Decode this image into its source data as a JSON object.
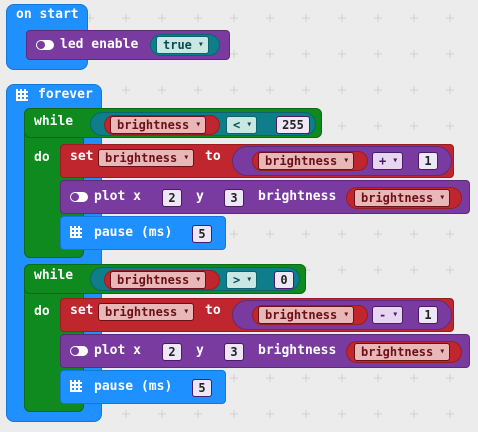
{
  "on_start": {
    "header": "on start",
    "set_block": {
      "label": "led enable",
      "value": "true"
    }
  },
  "forever": {
    "header": "forever",
    "while_1": {
      "while_label": "while",
      "do_label": "do",
      "condition": {
        "var": "brightness",
        "op": "<",
        "value": "255"
      },
      "set": {
        "set_label": "set",
        "var": "brightness",
        "to_label": "to",
        "expr_var": "brightness",
        "op": "+",
        "value": "1"
      },
      "plot": {
        "label": "plot x",
        "x": "2",
        "y_label": "y",
        "y": "3",
        "brightness_label": "brightness",
        "brightness_var": "brightness"
      },
      "pause": {
        "label": "pause (ms)",
        "value": "5"
      }
    },
    "while_2": {
      "while_label": "while",
      "do_label": "do",
      "condition": {
        "var": "brightness",
        "op": ">",
        "value": "0"
      },
      "set": {
        "set_label": "set",
        "var": "brightness",
        "to_label": "to",
        "expr_var": "brightness",
        "op": "-",
        "value": "1"
      },
      "plot": {
        "label": "plot x",
        "x": "2",
        "y_label": "y",
        "y": "3",
        "brightness_label": "brightness",
        "brightness_var": "brightness"
      },
      "pause": {
        "label": "pause (ms)",
        "value": "5"
      }
    }
  },
  "colors": {
    "events_blue": "#1e90ff",
    "led_purple": "#7a3ba0",
    "loops_green": "#0f8a1f",
    "logic_teal": "#0e7f8a",
    "variables_red": "#c0262d"
  }
}
